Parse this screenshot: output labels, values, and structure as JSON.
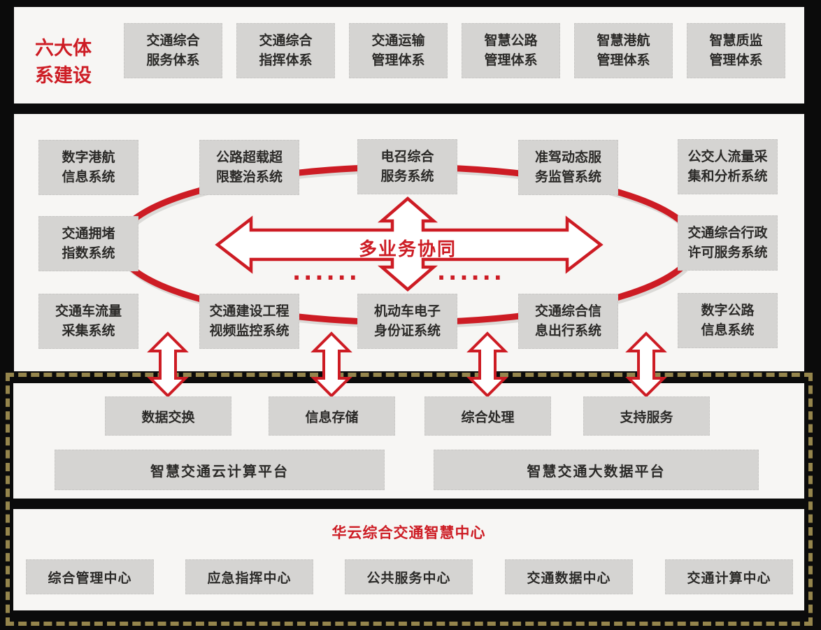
{
  "colors": {
    "background": "#0b0b0b",
    "panel": "#f7f6f4",
    "box_gray": "#d5d4d2",
    "accent_red": "#cd1c24",
    "frame_gold": "#95854c",
    "text_dark": "#2b2a28"
  },
  "top_section": {
    "title": "六大体\n系建设",
    "systems": [
      "交通综合\n服务体系",
      "交通综合\n指挥体系",
      "交通运输\n管理体系",
      "智慧公路\n管理体系",
      "智慧港航\n管理体系",
      "智慧质监\n管理体系"
    ]
  },
  "ellipse_section": {
    "center_label": "多业务协同",
    "dots_left": "......",
    "dots_right": "......",
    "top_row": [
      "数字港航\n信息系统",
      "公路超载超\n限整治系统",
      "电召综合\n服务系统",
      "准驾动态服\n务监管系统",
      "公交人流量采\n集和分析系统"
    ],
    "middle_left": "交通拥堵\n指数系统",
    "middle_right": "交通综合行政\n许可服务系统",
    "bottom_row": [
      "交通车流量\n采集系统",
      "交通建设工程\n视频监控系统",
      "机动车电子\n身份证系统",
      "交通综合信\n息出行系统",
      "数字公路\n信息系统"
    ]
  },
  "platform_section": {
    "functions": [
      "数据交换",
      "信息存储",
      "综合处理",
      "支持服务"
    ],
    "platforms": [
      "智慧交通云计算平台",
      "智慧交通大数据平台"
    ]
  },
  "center_section": {
    "title": "华云综合交通智慧中心",
    "centers": [
      "综合管理中心",
      "应急指挥中心",
      "公共服务中心",
      "交通数据中心",
      "交通计算中心"
    ]
  }
}
